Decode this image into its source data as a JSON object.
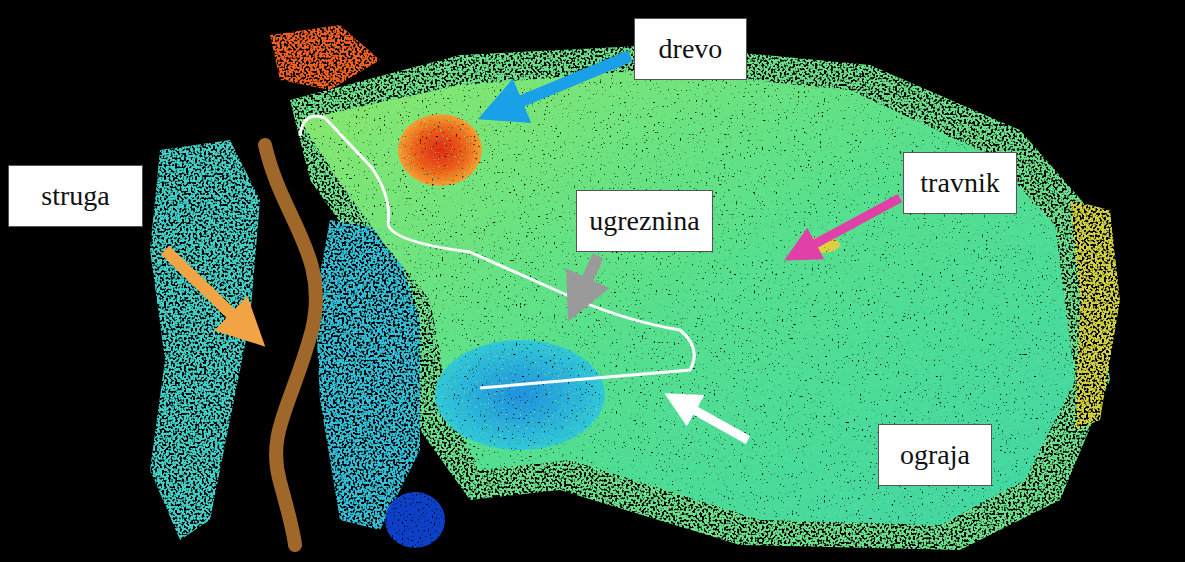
{
  "diagram": {
    "nodes": [
      {
        "text": [
          "drevo"
        ]
      },
      {
        "text": [
          "struga"
        ]
      },
      {
        "text": [
          "ugreznina"
        ]
      },
      {
        "text": [
          "travnik"
        ]
      },
      {
        "text": [
          "ograja"
        ]
      }
    ]
  }
}
